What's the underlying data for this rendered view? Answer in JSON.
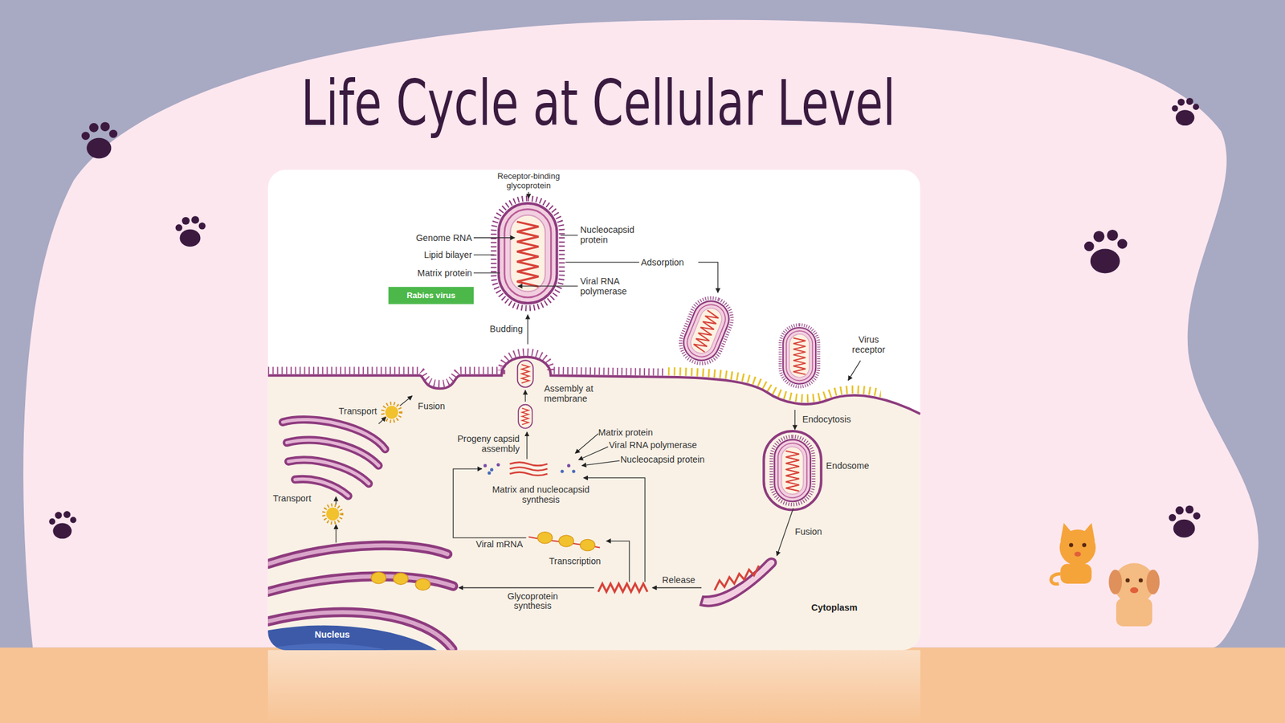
{
  "diagram": {
    "title": "Life Cycle at Cellular Level",
    "nodes": [
      {
        "text": [
          "Rabies virus"
        ]
      }
    ],
    "labels": [
      "Receptor-binding glycoprotein",
      "Genome RNA",
      "Lipid bilayer",
      "Matrix protein",
      "Nucleocapsid protein",
      "Viral RNA polymerase",
      "Adsorption",
      "Budding",
      "Virus receptor",
      "Assembly at membrane",
      "Transport",
      "Fusion",
      "Endocytosis",
      "Progeny capsid assembly",
      "Matrix protein",
      "Viral RNA polymerase",
      "Nucleocapsid protein",
      "Endosome",
      "Transport",
      "Matrix and nucleocapsid synthesis",
      "Viral mRNA",
      "Transcription",
      "Fusion",
      "Release",
      "Glycoprotein synthesis",
      "Cytoplasm",
      "Nucleus"
    ]
  }
}
